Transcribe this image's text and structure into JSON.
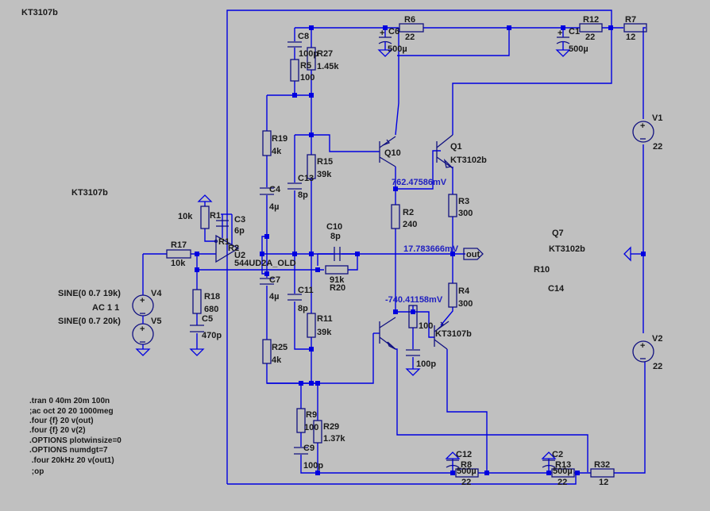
{
  "colors": {
    "background": "#c0c0c0",
    "wire": "#0000e0",
    "component": "#101080",
    "label": "#1a1a1a",
    "voltage_label": "#2020c0"
  },
  "floating_labels": {
    "kt3107b_top": "KT3107b",
    "kt3107b_mid": "KT3107b",
    "q7": "Q7",
    "q7_model": "KT3102b",
    "r10": "R10",
    "c14": "C14"
  },
  "components": {
    "C8": {
      "name": "C8",
      "value": "100p"
    },
    "R27": {
      "name": "R27",
      "value": "1.45k"
    },
    "R5": {
      "name": "R5",
      "value": "100"
    },
    "C6": {
      "name": "C6",
      "value": "500µ"
    },
    "R6": {
      "name": "R6",
      "value": "22"
    },
    "C1": {
      "name": "C1",
      "value": "500µ"
    },
    "R12": {
      "name": "R12",
      "value": "22"
    },
    "R7": {
      "name": "R7",
      "value": "12"
    },
    "R19": {
      "name": "R19",
      "value": "4k"
    },
    "R15": {
      "name": "R15",
      "value": "39k"
    },
    "C13": {
      "name": "C13",
      "value": "8p"
    },
    "C4": {
      "name": "C4",
      "value": "4µ"
    },
    "Q10": {
      "name": "Q10"
    },
    "Q1": {
      "name": "Q1",
      "model": "KT3102b"
    },
    "R2": {
      "name": "R2",
      "value": "240"
    },
    "R3": {
      "name": "R3",
      "value": "300"
    },
    "V1": {
      "name": "V1",
      "value": "22"
    },
    "V2": {
      "name": "V2",
      "value": "22"
    },
    "R1": {
      "name": "R1",
      "value": "10k"
    },
    "C3": {
      "name": "C3",
      "value": "6p"
    },
    "U2": {
      "name": "U2",
      "model": "544UD2A_OLD",
      "pin_minus": "R1",
      "pin_out": "R2"
    },
    "R17": {
      "name": "R17",
      "value": "10k"
    },
    "C10": {
      "name": "C10",
      "value": "8p"
    },
    "R20": {
      "name": "R20",
      "value": "91k"
    },
    "C7": {
      "name": "C7",
      "value": "4µ"
    },
    "C11": {
      "name": "C11",
      "value": "8p"
    },
    "R11": {
      "name": "R11",
      "value": "39k"
    },
    "R25": {
      "name": "R25",
      "value": "4k"
    },
    "R4": {
      "name": "R4",
      "value": "300"
    },
    "R18": {
      "name": "R18",
      "value": "680"
    },
    "C5": {
      "name": "C5",
      "value": "470p"
    },
    "V4": {
      "name": "V4",
      "value": "SINE(0 0.7 19k)",
      "ac": "AC 1 1"
    },
    "V5": {
      "name": "V5",
      "value": "SINE(0 0.7 20k)"
    },
    "Rsnub": {
      "value": "100"
    },
    "Csnub": {
      "value": "100p"
    },
    "Qlow": {
      "model": "KT3107b"
    },
    "R9": {
      "name": "R9",
      "value": "100"
    },
    "R29": {
      "name": "R29",
      "value": "1.37k"
    },
    "C9": {
      "name": "C9",
      "value": "100p"
    },
    "C12": {
      "name": "C12",
      "value": "500µ"
    },
    "R8": {
      "name": "R8",
      "value": "22"
    },
    "C2": {
      "name": "C2",
      "value": "500µ"
    },
    "R13": {
      "name": "R13",
      "value": "22"
    },
    "R32": {
      "name": "R32",
      "value": "12"
    }
  },
  "voltage_probes": {
    "q10_emitter": "762.47586mV",
    "out": "17.783666mV",
    "lower": "-740.41158mV"
  },
  "net_labels": {
    "out": "out"
  },
  "spice_directives": [
    ".tran 0 40m 20m 100n",
    ";ac oct 20 20 1000meg",
    ".four {f} 20 v(out)",
    ".four {f} 20 v(2)",
    ".OPTIONS plotwinsize=0",
    ".OPTIONS numdgt=7",
    " .four 20kHz 20 v(out1)",
    " ;op"
  ]
}
